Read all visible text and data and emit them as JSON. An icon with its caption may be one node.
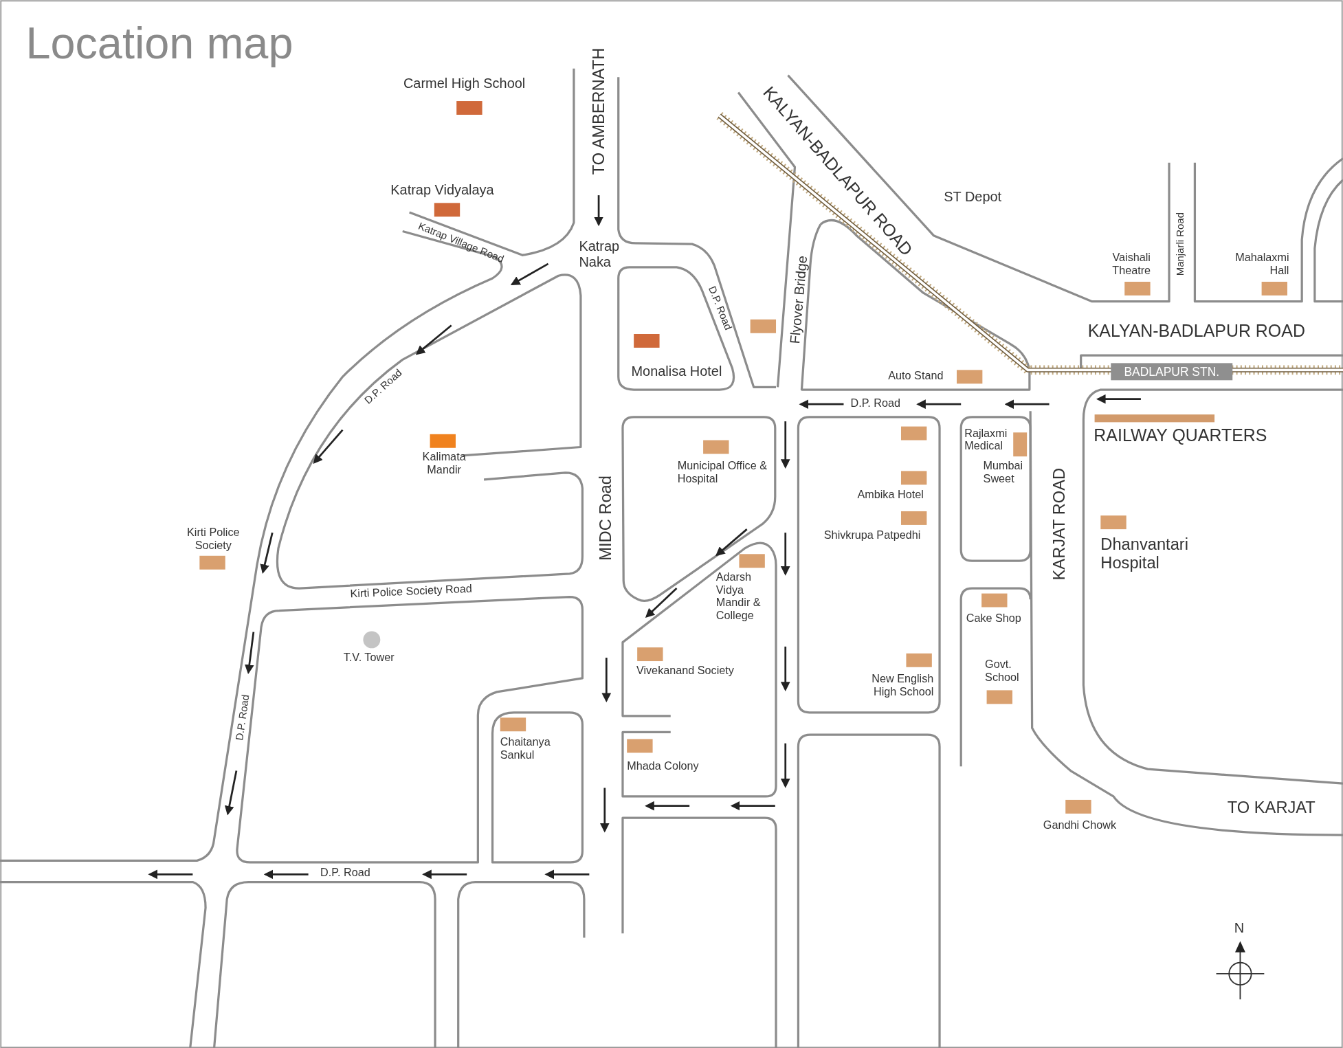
{
  "diagram": {
    "title": "Location map",
    "labels": [
      "Carmel High School",
      "TO AMBERNATH",
      "KALYAN-BADLAPUR ROAD",
      "Katrap Vidyalaya",
      "ST Depot",
      "Katrap Village Road",
      "Katrap Naka",
      "Manjarli Road",
      "Vaishali Theatre",
      "Mahalaxmi Hall",
      "D.P. Road",
      "Flyover Bridge",
      "D.P. Road",
      "KALYAN-BADLAPUR ROAD",
      "Monalisa Hotel",
      "Auto Stand",
      "BADLAPUR STN.",
      "D.P. Road",
      "Rajlaxmi Medical",
      "RAILWAY QUARTERS",
      "Kalimata Mandir",
      "Municipal Office & Hospital",
      "Mumbai Sweet",
      "Ambika Hotel",
      "MIDC Road",
      "KARJAT ROAD",
      "Kirti Police Society",
      "Shivkrupa Patpedhi",
      "Dhanvantari Hospital",
      "Adarsh Vidya Mandir & College",
      "Kirti Police Society Road",
      "Cake Shop",
      "T.V. Tower",
      "Vivekanand Society",
      "Govt. School",
      "New English High School",
      "D.P. Road",
      "Chaitanya Sankul",
      "Mhada Colony",
      "TO KARJAT",
      "Gandhi Chowk",
      "D.P. Road",
      "N"
    ]
  }
}
